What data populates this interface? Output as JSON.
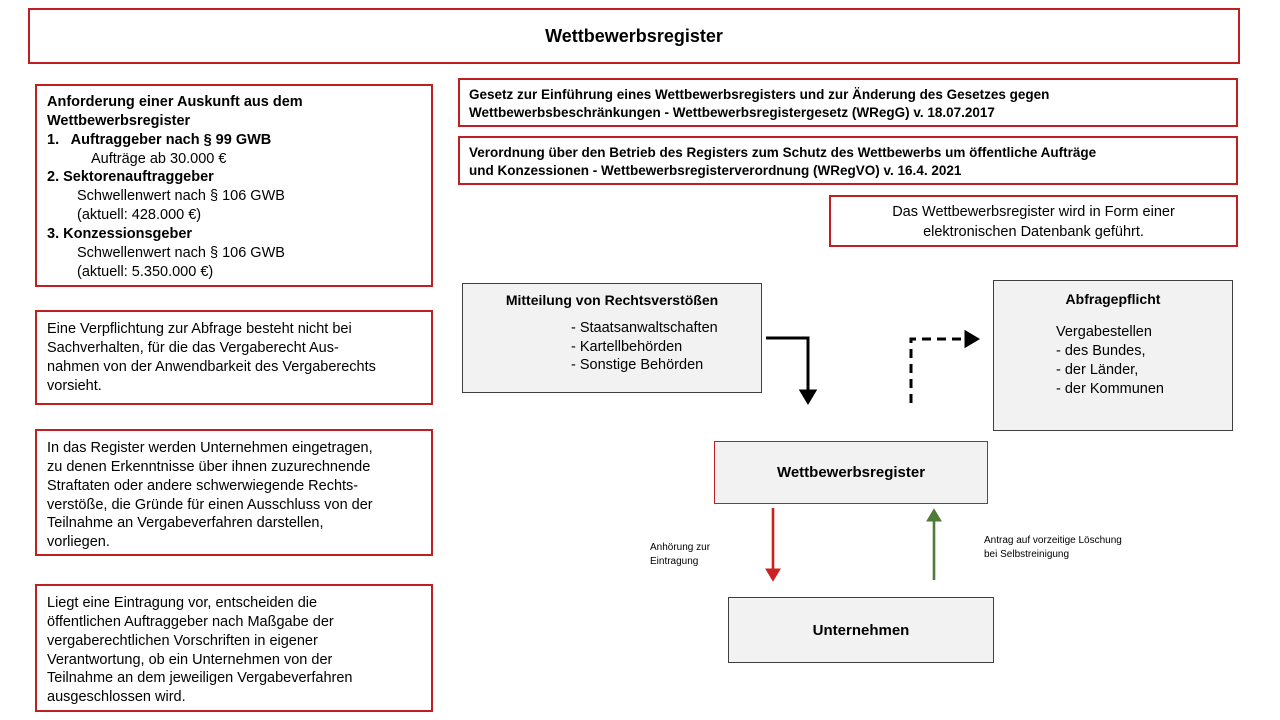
{
  "header": {
    "title": "Wettbewerbsregister"
  },
  "left_column": {
    "request_box": {
      "heading_line1": "Anforderung einer Auskunft aus dem",
      "heading_line2": "Wettbewerbsregister",
      "items": [
        {
          "number": "1.",
          "title": "Auftraggeber nach § 99 GWB",
          "detail_lines": [
            "Aufträge ab 30.000 €"
          ]
        },
        {
          "number": "2.",
          "title": "Sektorenauftraggeber",
          "detail_lines": [
            "Schwellenwert  nach § 106 GWB",
            "(aktuell:  428.000 €)"
          ]
        },
        {
          "number": "3.",
          "title": "Konzessionsgeber",
          "detail_lines": [
            "Schwellenwert  nach § 106 GWB",
            "(aktuell:  5.350.000 €)"
          ]
        }
      ]
    },
    "exception_box": {
      "lines": [
        "Eine Verpflichtung  zur Abfrage besteht  nicht  bei",
        "Sachverhalten,  für die das Vergaberecht Aus-",
        "nahmen  von der Anwendbarkeit  des Vergaberechts",
        "vorsieht."
      ]
    },
    "registration_box": {
      "lines": [
        "In das Register werden Unternehmen  eingetragen,",
        "zu denen Erkenntnisse  über ihnen zuzurechnende",
        "Straftaten  oder andere schwerwiegende Rechts-",
        "verstöße,  die Gründe für  einen Ausschluss von der",
        "Teilnahme  an Vergabeverfahren  darstellen,",
        "vorliegen."
      ]
    },
    "decision_box": {
      "lines": [
        "Liegt eine Eintragung  vor, entscheiden  die",
        "öffentlichen  Auftraggeber nach Maßgabe der",
        "vergaberechtlichen  Vorschriften  in eigener",
        "Verantwortung,  ob ein Unternehmen  von der",
        "Teilnahme  an dem jeweiligen Vergabeverfahren",
        "ausgeschlossen  wird."
      ]
    }
  },
  "right_column": {
    "law_box": {
      "lines": [
        "Gesetz zur Einführung eines Wettbewerbsregisters und zur Änderung des Gesetzes gegen",
        "Wettbewerbsbeschränkungen  - Wettbewerbsregistergesetz (WRegG) v. 18.07.2017"
      ]
    },
    "regulation_box": {
      "lines": [
        "Verordnung über den Betrieb des Registers zum Schutz des Wettbewerbs um öffentliche Aufträge",
        "und Konzessionen -  Wettbewerbsregisterverordnung (WRegVO) v. 16.4. 2021"
      ]
    },
    "database_box": {
      "lines": [
        "Das Wettbewerbsregister wird in Form einer",
        "elektronischen  Datenbank geführt."
      ]
    }
  },
  "diagram": {
    "notification_box": {
      "heading": "Mitteilung  von Rechtsverstößen",
      "items": [
        "- Staatsanwaltschaften",
        "- Kartellbehörden",
        "- Sonstige Behörden"
      ]
    },
    "obligation_box": {
      "heading": "Abfragepflicht",
      "subheading": "Vergabestellen",
      "items": [
        "-   des Bundes,",
        "-   der Länder,",
        "-   der Kommunen"
      ]
    },
    "register_box": {
      "label": "Wettbewerbsregister"
    },
    "company_box": {
      "label": "Unternehmen"
    },
    "arrow_labels": {
      "hearing": [
        "Anhörung zur",
        "Eintragung"
      ],
      "deletion": [
        "Antrag auf vorzeitige Löschung",
        "bei Selbstreinigung"
      ]
    }
  },
  "colors": {
    "accent_red": "#BF201F",
    "arrow_red": "#CC2222",
    "arrow_green": "#4F7A3A",
    "arrow_black": "#000000",
    "box_gray_fill": "#F2F2F2",
    "box_gray_border": "#3F3F3F"
  }
}
